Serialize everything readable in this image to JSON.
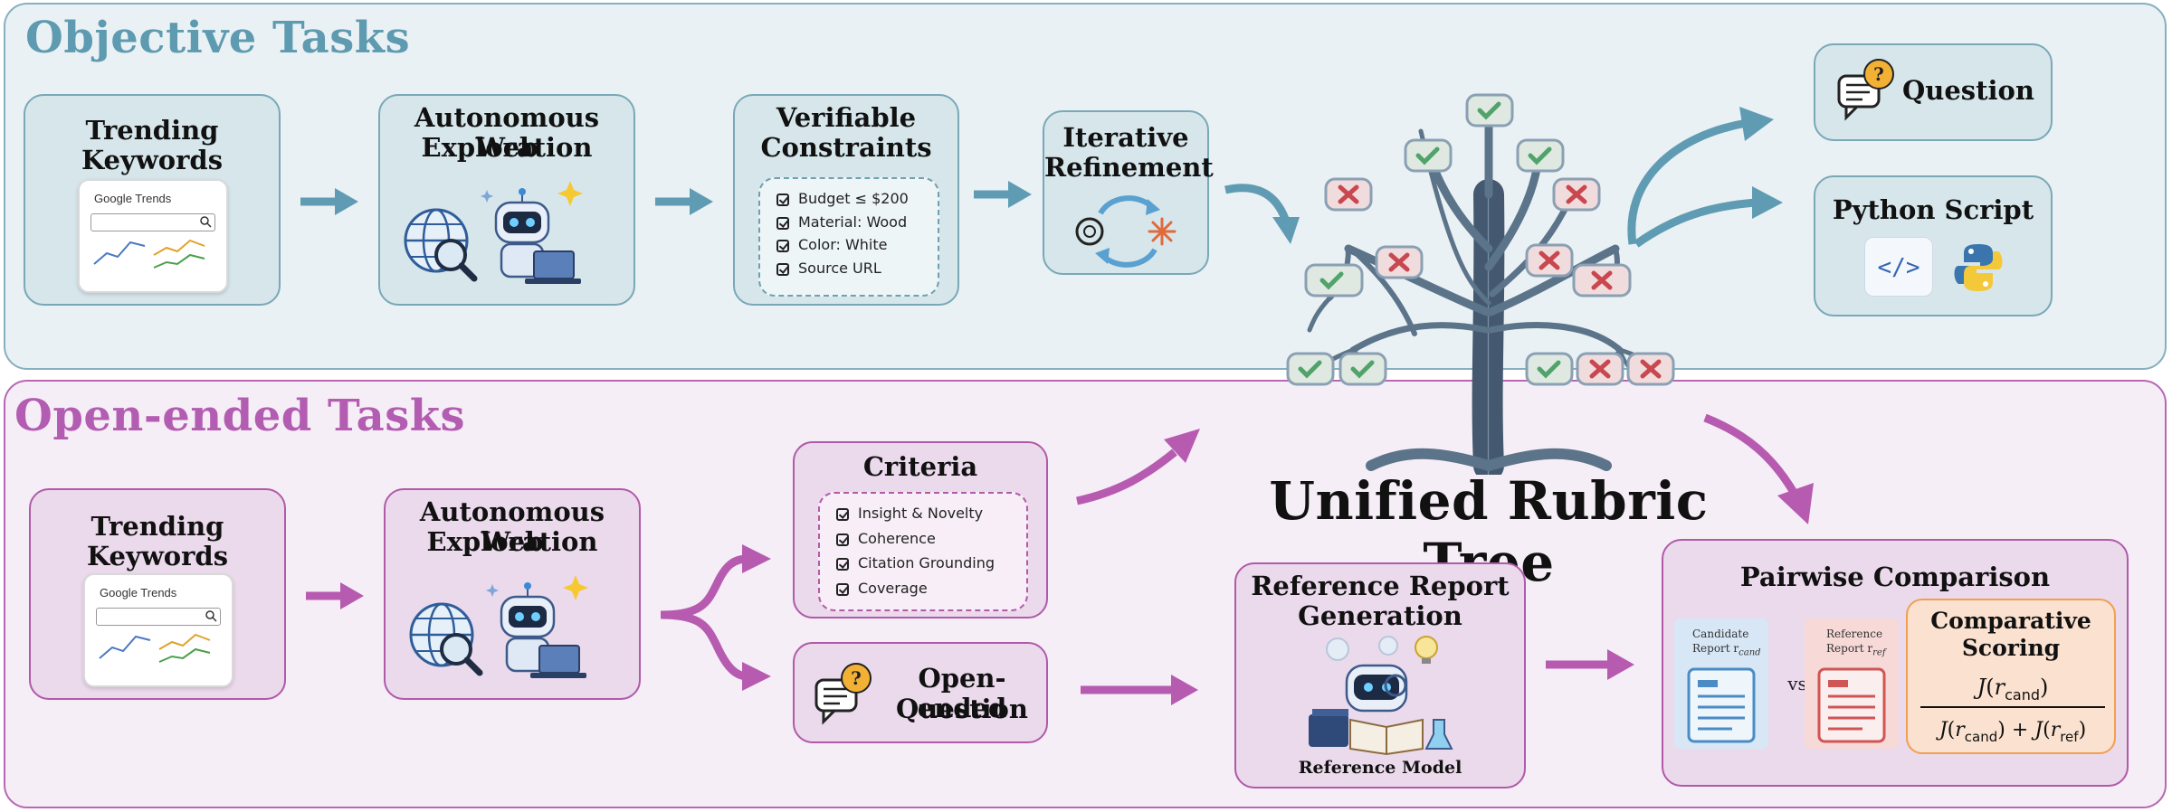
{
  "objective": {
    "title": "Objective Tasks",
    "trending": {
      "title": "Trending Keywords",
      "card_title": "Google Trends"
    },
    "exploration": {
      "title_line1": "Autonomous Web",
      "title_line2": "Exploration"
    },
    "constraints": {
      "title_line1": "Verifiable",
      "title_line2": "Constraints",
      "items": [
        "Budget ≤ $200",
        "Material: Wood",
        "Color: White",
        "Source URL"
      ]
    },
    "refinement": {
      "title_line1": "Iterative",
      "title_line2": "Refinement"
    },
    "outputs": {
      "question": "Question",
      "script": "Python Script",
      "code_symbol": "</>"
    }
  },
  "open": {
    "title": "Open-ended Tasks",
    "trending": {
      "title": "Trending Keywords",
      "card_title": "Google Trends"
    },
    "exploration": {
      "title_line1": "Autonomous Web",
      "title_line2": "Exploration"
    },
    "criteria": {
      "title": "Criteria",
      "items": [
        "Insight & Novelty",
        "Coherence",
        "Citation Grounding",
        "Coverage"
      ]
    },
    "question": {
      "line1": "Open-ended",
      "line2": "Question"
    },
    "reference": {
      "title_line1": "Reference Report",
      "title_line2": "Generation",
      "model": "Reference Model"
    },
    "pairwise": {
      "title": "Pairwise Comparison",
      "candidate_line1": "Candidate",
      "candidate_line2": "Report r",
      "candidate_sub": "cand",
      "reference_line1": "Reference",
      "reference_line2": "Report r",
      "reference_sub": "ref",
      "vs": "vs",
      "scoring_line1": "Comparative",
      "scoring_line2": "Scoring"
    }
  },
  "tree": {
    "title": "Unified Rubric Tree"
  },
  "colors": {
    "blue_accent": "#5f9cb3",
    "purple_accent": "#b75bb1",
    "check_green": "#52a36a",
    "cross_red": "#c9474f"
  }
}
